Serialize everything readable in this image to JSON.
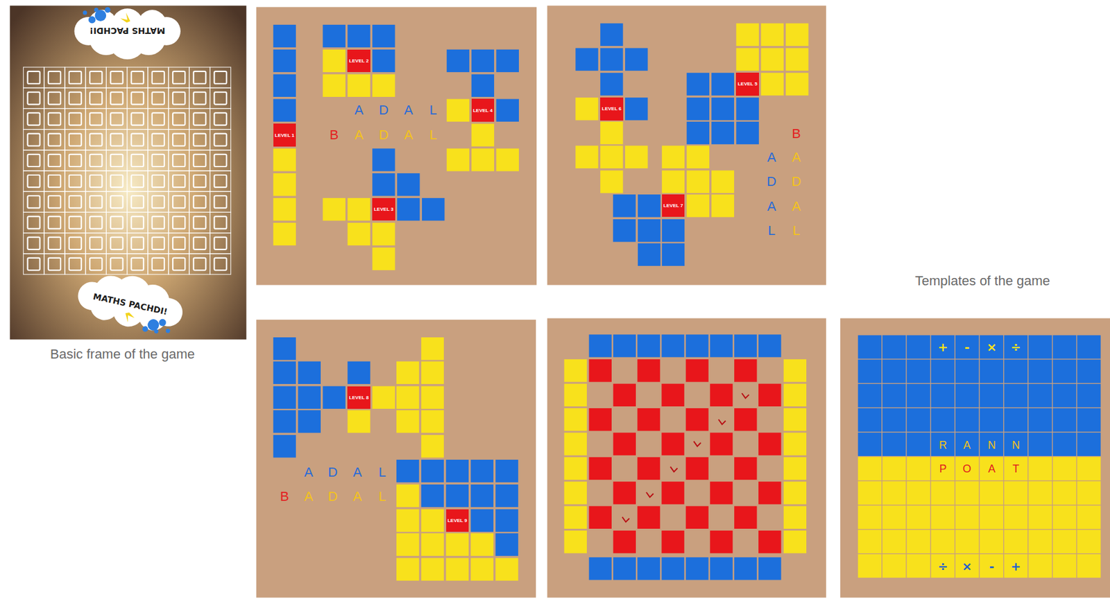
{
  "diagram": {
    "nodes": [
      {
        "text": [
          "LEVEL 1"
        ]
      },
      {
        "text": [
          "LEVEL 2"
        ]
      },
      {
        "text": [
          "LEVEL 3"
        ]
      },
      {
        "text": [
          "LEVEL 4"
        ]
      },
      {
        "text": [
          "LEVEL 5"
        ]
      },
      {
        "text": [
          "LEVEL 6"
        ]
      },
      {
        "text": [
          "LEVEL 7"
        ]
      },
      {
        "text": [
          "LEVEL 8"
        ]
      },
      {
        "text": [
          "LEVEL 9"
        ]
      }
    ],
    "labels": [
      "MATHS PACHDI!",
      "MATHS PACHDI!",
      "Basic frame of the game",
      "A",
      "D",
      "A",
      "L",
      "B",
      "A",
      "D",
      "A",
      "L",
      "B",
      "A",
      "A",
      "D",
      "D",
      "A",
      "A",
      "L",
      "L",
      "Templates of the game",
      "A",
      "D",
      "A",
      "L",
      "B",
      "A",
      "D",
      "A",
      "L",
      "+",
      "-",
      "×",
      "÷",
      "R",
      "A",
      "N",
      "N",
      "P",
      "O",
      "A",
      "T",
      "÷",
      "×",
      "-",
      "+"
    ]
  }
}
